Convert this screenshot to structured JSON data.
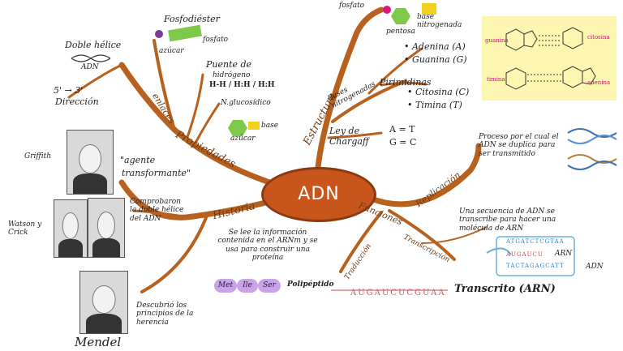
{
  "center": {
    "title": "ADN"
  },
  "colors": {
    "branch": "#b8611f",
    "center": "#c8561c",
    "note": "#fdf6b0",
    "peptide": "#c9a4e6",
    "pentose": "#7ec84a",
    "base": "#f0d21e"
  },
  "propiedades": {
    "label": "Propiedades",
    "enlaces": "enlaces",
    "doble_helice": "Doble hélice",
    "adn_under_helix": "ADN",
    "direccion_numbers": "5' → 3'",
    "direccion": "Dirección",
    "fosfodiester": "Fosfodiéster",
    "fosfato": "fosfato",
    "azucar": "azúcar",
    "puente_de": "Puente de",
    "hidrogeno": "hidrógeno",
    "h_bonds": "H-H / H:H / H:H",
    "n_glucosidico": "N.glucosídico",
    "base": "base",
    "azucar2": "azúcar"
  },
  "historia": {
    "label": "Historia",
    "griffith": "Griffith",
    "agente": "\"agente",
    "transformante": "transformante\"",
    "watson_crick": "Watson y Crick",
    "comprobaron": "Comprobaron la doble hélice del ADN",
    "mendel": "Mendel",
    "descubrio": "Descubrió los principios de la herencia"
  },
  "estructura": {
    "label": "Estructura",
    "fosfato": "fosfato",
    "pentosa": "pentosa",
    "base_nitrogenada": "base nitrogenada",
    "bases_label": "Bases nitrogenadas",
    "adenina": "• Adenina (A)",
    "guanina": "• Guanina (G)",
    "pirimidinas": "Pirimidinas",
    "citosina": "• Citosina (C)",
    "timina": "• Timina (T)",
    "ley": "Ley de Chargaff",
    "at": "A = T",
    "gc": "G = C"
  },
  "chem": {
    "guanina": "guanina",
    "citosina": "citosina",
    "timina": "timina",
    "adenina": "adenina"
  },
  "funciones": {
    "label": "Funciones",
    "replicacion": "Replicación",
    "proceso": "Proceso por el cual el ADN se duplica para ser transmitido",
    "transcripcion": "Transcripción",
    "secuencia": "Una secuencia de ADN se transcribe para hacer una molécula de ARN",
    "seq_top": "ATGATCTCGTAA",
    "seq_arn": "AUGAUCU",
    "seq_bottom": "TACTAGAGCATT",
    "arn_label": "ARN",
    "adn_label": "ADN",
    "transcrito": "Transcrito (ARN)",
    "arn_seq": "AUGAUCUCGUAA",
    "traduccion": "Traducción",
    "se_lee": "Se lee la información contenida en el ARNm y se usa para construir una proteína",
    "polipeptido": "Polipéptido",
    "peptides": [
      "Met",
      "Ile",
      "Ser"
    ]
  }
}
